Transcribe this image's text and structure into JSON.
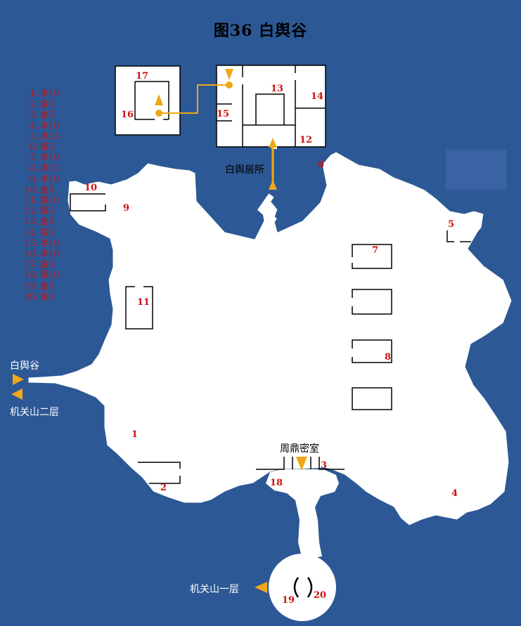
{
  "title": "图36  白舆谷",
  "colors": {
    "sea": "#2c5895",
    "land": "#ffffff",
    "outline": "#000000",
    "path": "#f0a818",
    "labels": "#cc1111"
  },
  "legend": [
    {
      "n": "1.",
      "text": "术10"
    },
    {
      "n": "2.",
      "text": "金5"
    },
    {
      "n": "3.",
      "text": "金5"
    },
    {
      "n": "4.",
      "text": "术10"
    },
    {
      "n": "5.",
      "text": "术15"
    },
    {
      "n": "6.",
      "text": "银5"
    },
    {
      "n": "7.",
      "text": "术10"
    },
    {
      "n": "8.",
      "text": "术15"
    },
    {
      "n": "9.",
      "text": "术10"
    },
    {
      "n": "10.",
      "text": "金5"
    },
    {
      "n": "11.",
      "text": "银10"
    },
    {
      "n": "12.",
      "text": "银5"
    },
    {
      "n": "13.",
      "text": "金5"
    },
    {
      "n": "14.",
      "text": "银5"
    },
    {
      "n": "15.",
      "text": "术10"
    },
    {
      "n": "16.",
      "text": "术10"
    },
    {
      "n": "17.",
      "text": "金5"
    },
    {
      "n": "18.",
      "text": "银10"
    },
    {
      "n": "19.",
      "text": "金5"
    },
    {
      "n": "20.",
      "text": "金5"
    }
  ],
  "places": {
    "baiyu_residence": "白舆居所",
    "baiyu_valley": "白舆谷",
    "jiguan_2f": "机关山二层",
    "zhouding_room": "周鼎密室",
    "jiguan_1f": "机关山一层"
  },
  "markers": {
    "1": "1",
    "2": "2",
    "3": "3",
    "4": "4",
    "5": "5",
    "6": "6",
    "7": "7",
    "8": "8",
    "9": "9",
    "10": "10",
    "11": "11",
    "12": "12",
    "13": "13",
    "14": "14",
    "15": "15",
    "16": "16",
    "17": "17",
    "18": "18",
    "19": "19",
    "20": "20"
  }
}
